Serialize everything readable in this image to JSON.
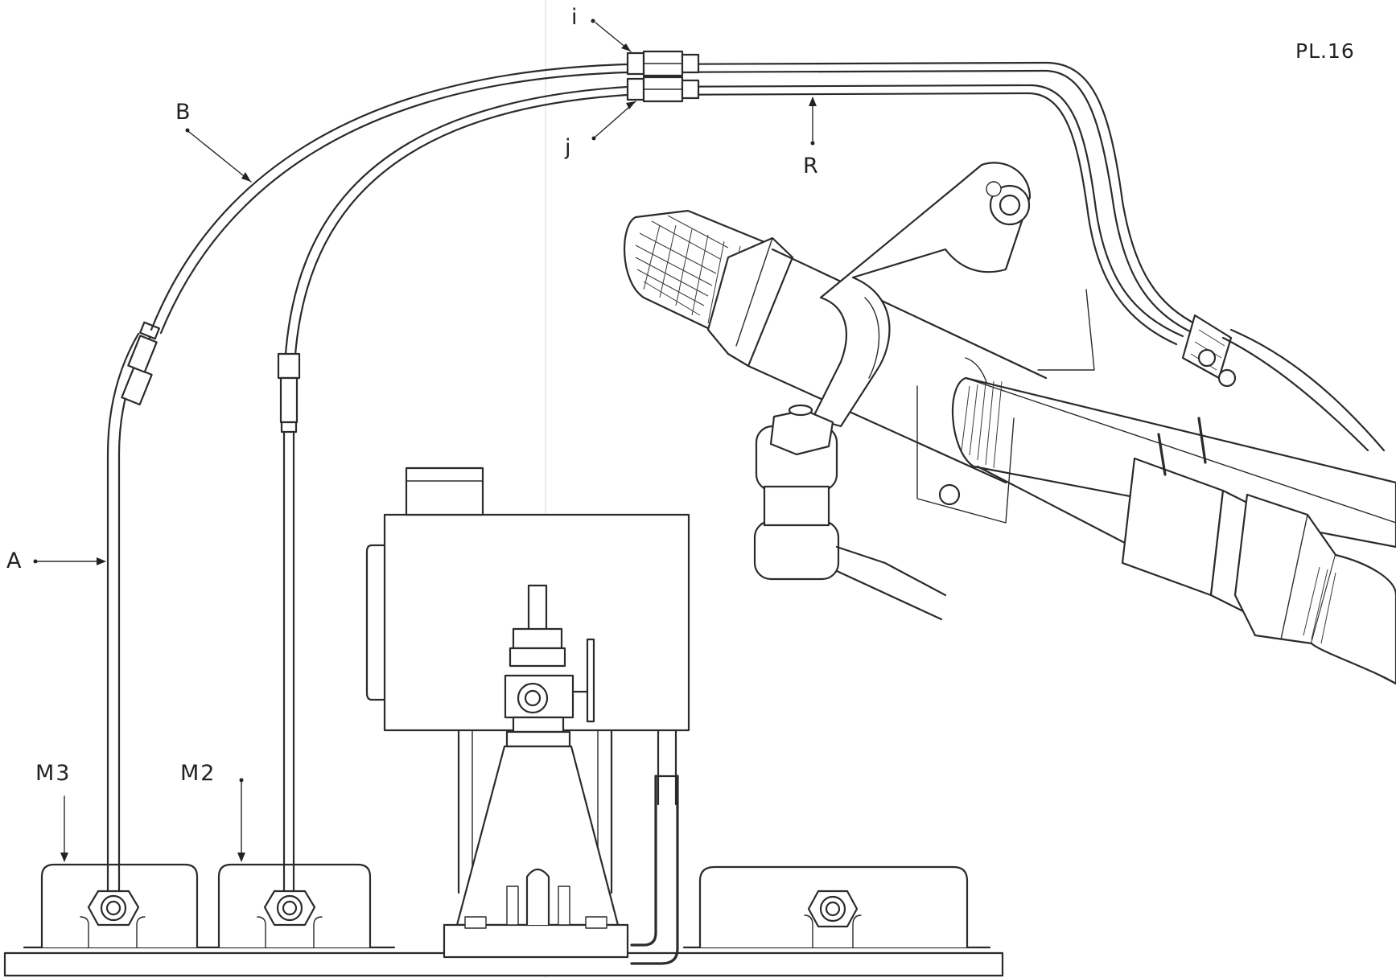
{
  "plate_number": "PL.16",
  "labels": {
    "i": "i",
    "j": "j",
    "B": "B",
    "R": "R",
    "A": "A",
    "M3": "M3",
    "M2": "M2"
  },
  "colors": {
    "ink": "#2b2b2b",
    "paper": "#ffffff"
  }
}
